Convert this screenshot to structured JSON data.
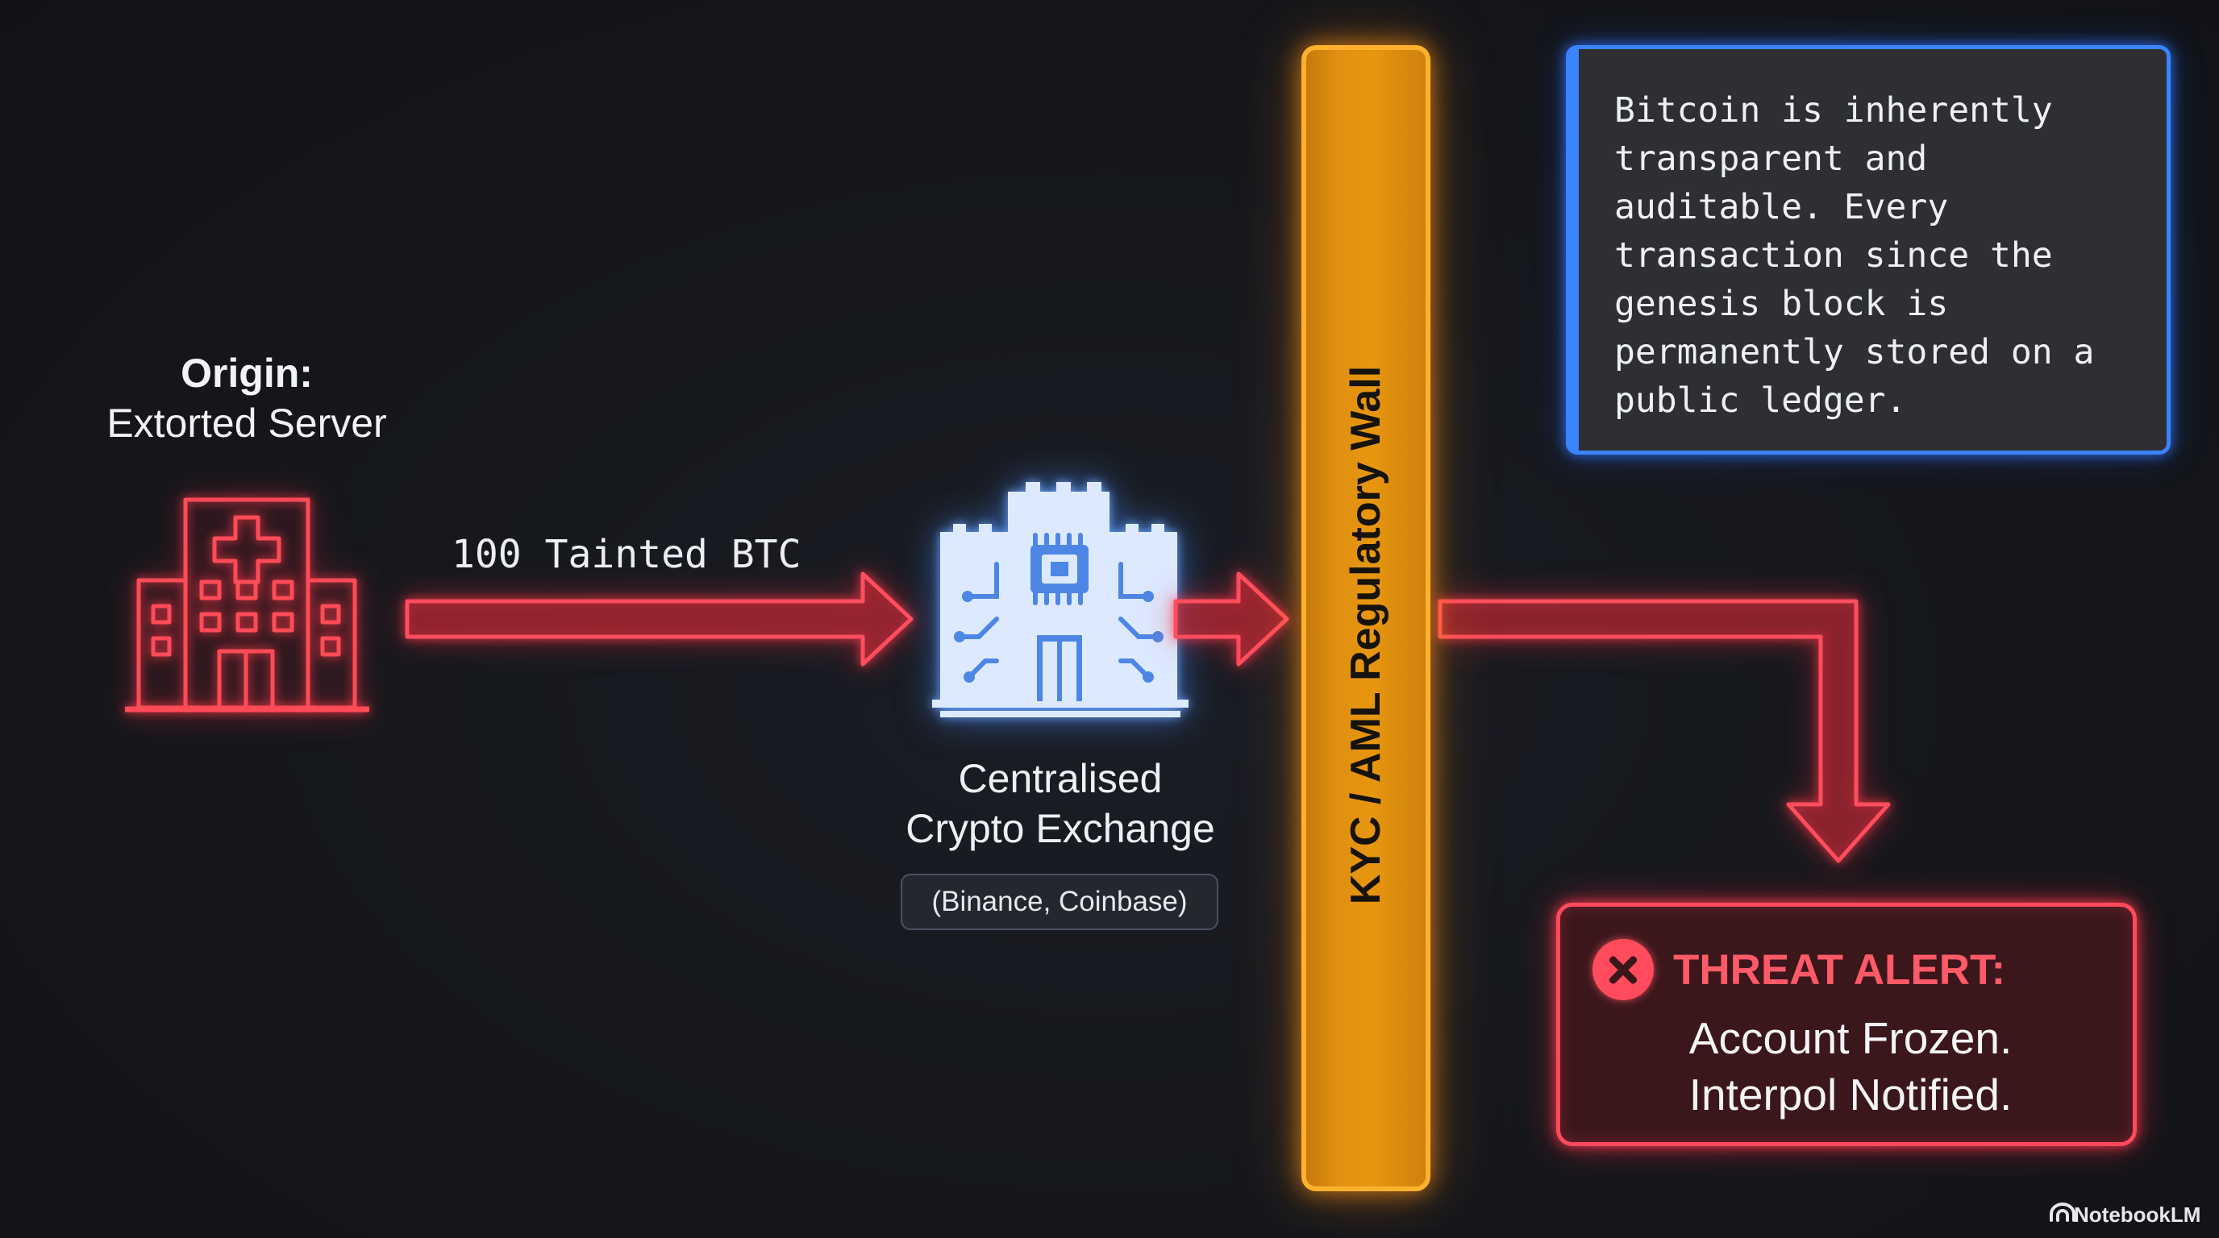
{
  "origin": {
    "heading": "Origin:",
    "name": "Extorted Server"
  },
  "flow": {
    "label": "100 Tainted BTC"
  },
  "exchange": {
    "name_line1": "Centralised",
    "name_line2": "Crypto Exchange",
    "examples": "(Binance, Coinbase)"
  },
  "wall": {
    "label": "KYC / AML Regulatory Wall"
  },
  "info": {
    "text": "Bitcoin is inherently transparent and auditable. Every transaction since the genesis block is permanently stored on a public ledger."
  },
  "alert": {
    "title": "THREAT ALERT:",
    "line1": "Account Frozen.",
    "line2": "Interpol Notified."
  },
  "brand": {
    "name": "NotebookLM"
  },
  "icons": {
    "origin": "hospital-icon",
    "exchange": "castle-chip-icon",
    "alert": "close-circle-icon",
    "brand": "notebooklm-logo-icon"
  },
  "colors": {
    "background": "#14161b",
    "flow_red": "#ff4d5e",
    "origin_red": "#ff4b57",
    "exchange_blue": "#7bb5ff",
    "wall_orange": "#e38f12",
    "info_border_blue": "#3b83ff",
    "info_fill": "#2d2f33",
    "alert_red": "#ff4a5d"
  }
}
